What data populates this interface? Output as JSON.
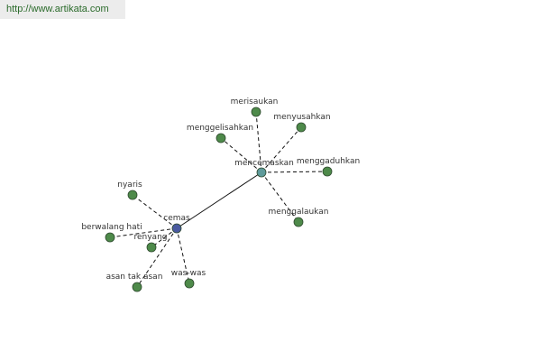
{
  "watermark": "http://www.artikata.com",
  "colors": {
    "leaf": "#4e8a4a",
    "hub_left": "#4a5aa0",
    "hub_right": "#5e9a9a",
    "edge": "#111111"
  },
  "hubs": [
    {
      "id": "cemas",
      "label": "cemas"
    },
    {
      "id": "mencemaskan",
      "label": "mencemaskan"
    }
  ],
  "leaves": [
    {
      "id": "nyaris",
      "label": "nyaris",
      "hub": "cemas"
    },
    {
      "id": "berwalang-hati",
      "label": "berwalang hati",
      "hub": "cemas"
    },
    {
      "id": "renyang",
      "label": "renyang",
      "hub": "cemas"
    },
    {
      "id": "asan-tak-asan",
      "label": "asan tak asan",
      "hub": "cemas"
    },
    {
      "id": "was-was",
      "label": "was-was",
      "hub": "cemas"
    },
    {
      "id": "merisaukan",
      "label": "merisaukan",
      "hub": "mencemaskan"
    },
    {
      "id": "menyusahkan",
      "label": "menyusahkan",
      "hub": "mencemaskan"
    },
    {
      "id": "menggelisahkan",
      "label": "menggelisahkan",
      "hub": "mencemaskan"
    },
    {
      "id": "menggaduhkan",
      "label": "menggaduhkan",
      "hub": "mencemaskan"
    },
    {
      "id": "menggalaukan",
      "label": "menggalaukan",
      "hub": "mencemaskan"
    }
  ]
}
